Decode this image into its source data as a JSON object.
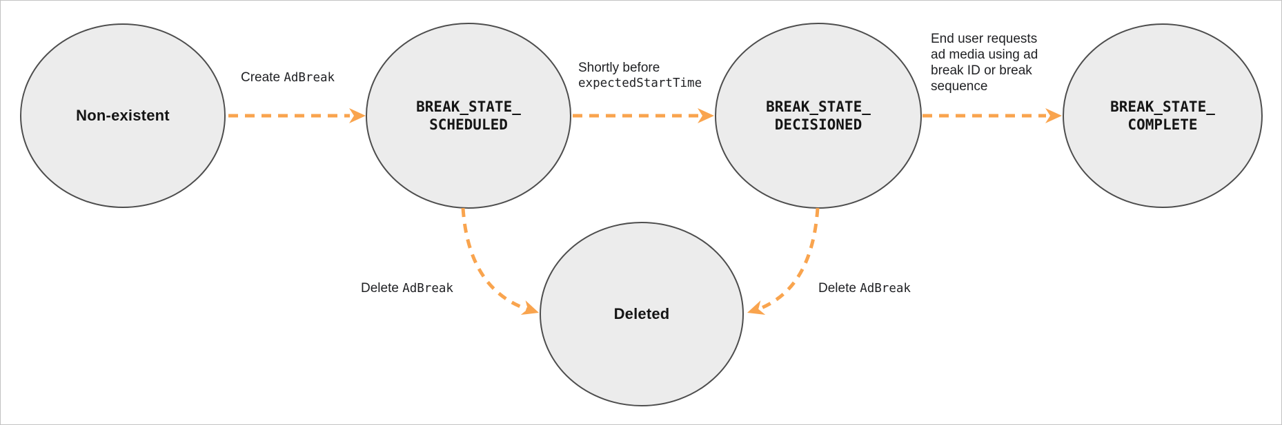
{
  "diagram": {
    "colors": {
      "arrow_orange": "#F9A44E",
      "node_fill": "#ECECEC",
      "node_stroke": "#4D4D4D",
      "text_dark": "#151515",
      "label_text": "#202124"
    },
    "states": {
      "non_existent": {
        "label": "Non-existent"
      },
      "scheduled": {
        "line1": "BREAK_STATE_",
        "line2": "SCHEDULED"
      },
      "decisioned": {
        "line1": "BREAK_STATE_",
        "line2": "DECISIONED"
      },
      "complete": {
        "line1": "BREAK_STATE_",
        "line2": "COMPLETE"
      },
      "deleted": {
        "label": "Deleted"
      }
    },
    "edges": {
      "create_adbreak": {
        "text": "Create ",
        "code": "AdBreak"
      },
      "shortly_before": {
        "line1": "Shortly before",
        "code": "expectedStartTime"
      },
      "end_user_requests": {
        "lines": {
          "0": "End user requests",
          "1": "ad media using ad",
          "2": "break ID or break",
          "3": "sequence"
        }
      },
      "delete_adbreak_left": {
        "text": "Delete ",
        "code": "AdBreak"
      },
      "delete_adbreak_right": {
        "text": "Delete ",
        "code": "AdBreak"
      }
    }
  }
}
